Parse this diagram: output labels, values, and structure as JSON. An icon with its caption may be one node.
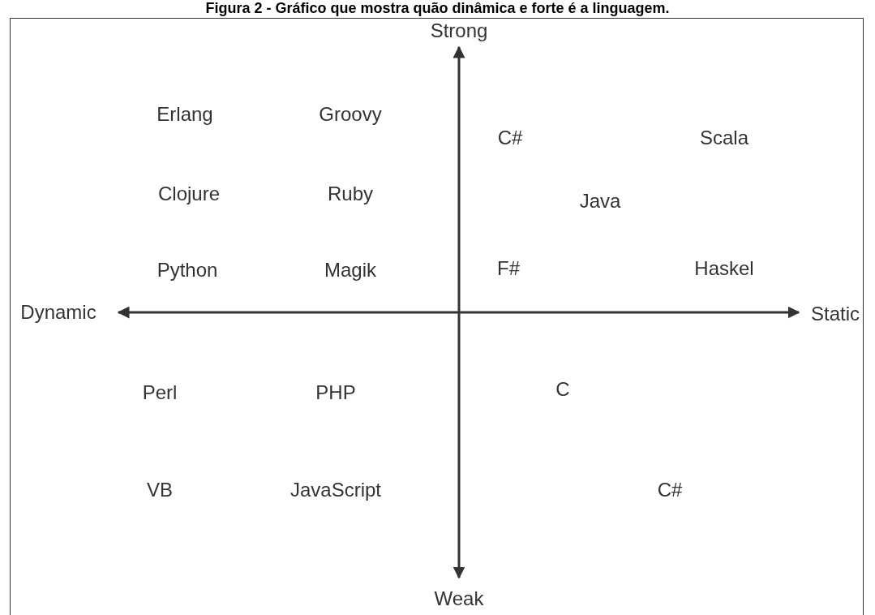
{
  "diagram": {
    "title": "Figura 2 - Gráfico que mostra quão dinâmica e forte é a linguagem.",
    "labels": [
      "Strong",
      "Erlang",
      "Groovy",
      "C#",
      "Scala",
      "Clojure",
      "Ruby",
      "Java",
      "Python",
      "Magik",
      "F#",
      "Haskel",
      "Dynamic",
      "Static",
      "Perl",
      "PHP",
      "C",
      "VB",
      "JavaScript",
      "C#",
      "Weak"
    ]
  }
}
